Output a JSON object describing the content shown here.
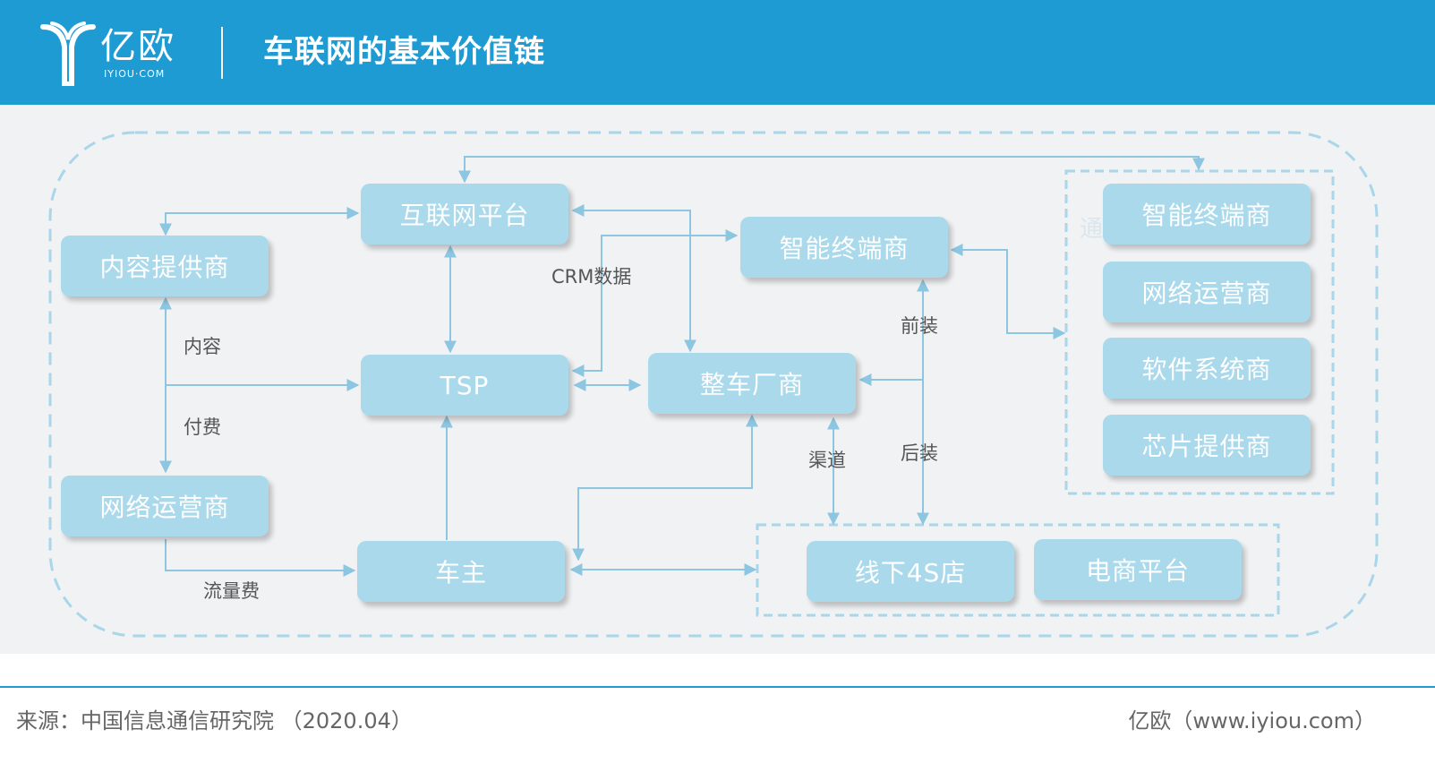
{
  "header": {
    "logo_cn": "亿欧",
    "logo_en": "IYIOU·COM",
    "title": "车联网的基本价值链",
    "background_color": "#1f9bd4"
  },
  "diagram": {
    "nodes": {
      "internet_platform": "互联网平台",
      "content_provider": "内容提供商",
      "network_operator_left": "网络运营商",
      "tsp": "TSP",
      "car_owner": "车主",
      "smart_terminal_center": "智能终端商",
      "oem": "整车厂商",
      "offline_4s": "线下4S店",
      "ecommerce_platform": "电商平台",
      "smart_terminal_right": "智能终端商",
      "network_operator_right": "网络运营商",
      "software_vendor": "软件系统商",
      "chip_provider": "芯片提供商"
    },
    "edge_labels": {
      "crm_data": "CRM数据",
      "content": "内容",
      "payment": "付费",
      "traffic_fee": "流量费",
      "pre_install": "前装",
      "after_install": "后装",
      "channel": "渠道"
    },
    "faint_text": "通",
    "node_color": "#a9d9ea",
    "line_color": "#8cc6e0"
  },
  "footer": {
    "source": "来源：中国信息通信研究院 （2020.04）",
    "credit": "亿欧（www.iyiou.com）",
    "rule_color": "#1f9bd4"
  }
}
